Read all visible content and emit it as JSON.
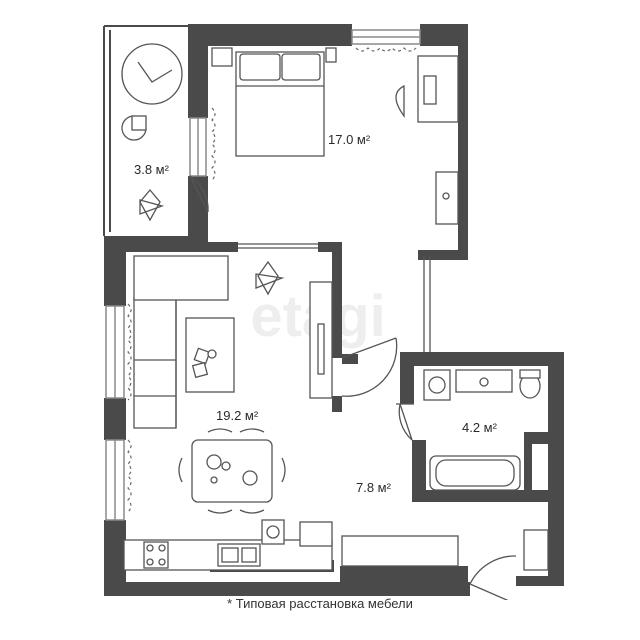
{
  "plan": {
    "rooms": [
      {
        "id": "balcony",
        "area": "3.8 м²"
      },
      {
        "id": "bedroom",
        "area": "17.0 м²"
      },
      {
        "id": "living-kitchen",
        "area": "19.2 м²"
      },
      {
        "id": "hallway",
        "area": "7.8 м²"
      },
      {
        "id": "bathroom",
        "area": "4.2 м²"
      }
    ],
    "watermark": "etagi",
    "colors": {
      "wall": "#4a4a4a",
      "furniture": "#555555",
      "window": "#8a8a8a",
      "watermark": "#eeeeee"
    }
  },
  "footnote": "* Типовая расстановка мебели"
}
